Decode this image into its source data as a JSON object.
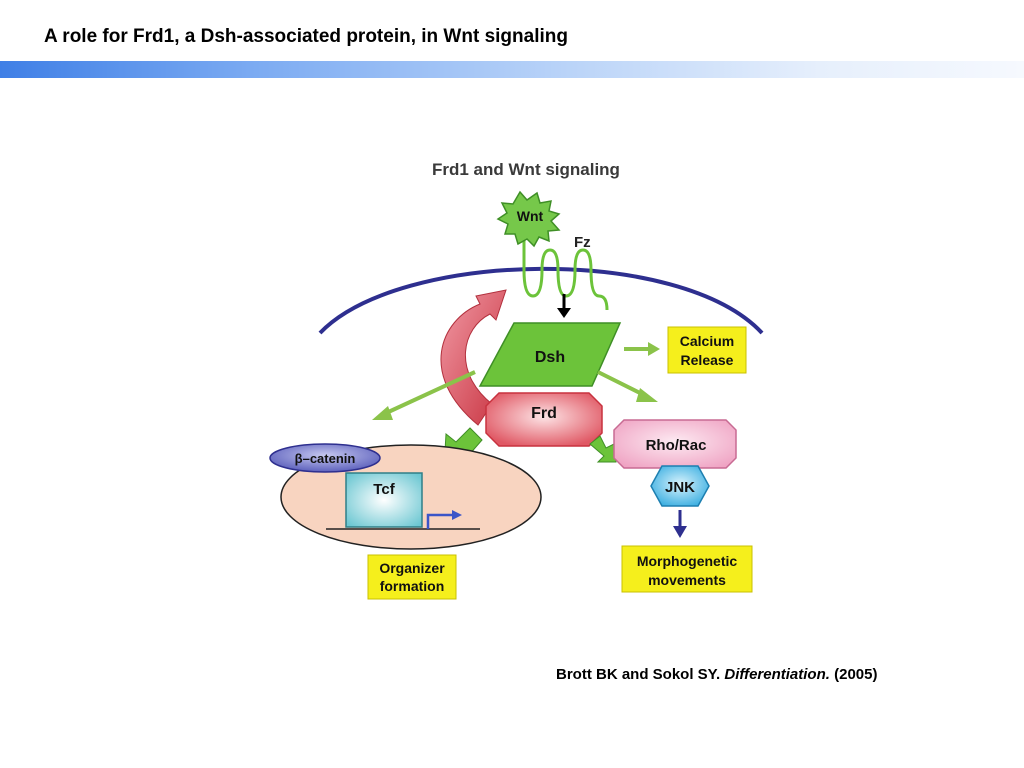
{
  "slide": {
    "title": "A role for Frd1, a Dsh-associated protein, in Wnt signaling"
  },
  "diagram": {
    "title": "Frd1 and Wnt signaling",
    "nodes": {
      "wnt": "Wnt",
      "fz": "Fz",
      "dsh": "Dsh",
      "frd": "Frd",
      "calcium_line1": "Calcium",
      "calcium_line2": "Release",
      "rho_rac": "Rho/Rac",
      "jnk": "JNK",
      "beta_catenin": "β–catenin",
      "tcf": "Tcf",
      "organizer_line1": "Organizer",
      "organizer_line2": "formation",
      "morpho_line1": "Morphogenetic",
      "morpho_line2": "movements"
    },
    "colors": {
      "membrane": "#2e2f8f",
      "dsh_fill": "#6cc33a",
      "arrow_green": "#8bc34a",
      "label_box": "#f5ef1c",
      "frd_fill": "#e8606a",
      "rho_fill": "#f4b4cf",
      "jnk_fill": "#40b8e8",
      "nucleus_fill": "#f8d4c0",
      "tcf_fill": "#7fd0d8",
      "catenin_fill": "#6a6ec8",
      "curved_arrow": "#d84a5a"
    }
  },
  "citation": {
    "authors": "Brott BK and Sokol SY.",
    "journal": "Differentiation.",
    "year": "(2005)"
  }
}
